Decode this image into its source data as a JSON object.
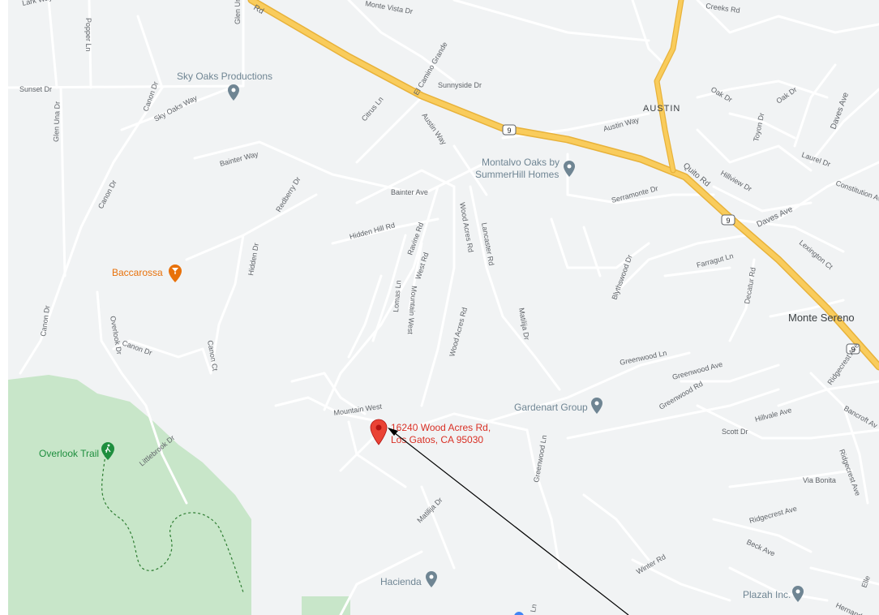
{
  "colors": {
    "land": "#f1f3f4",
    "road": "#ffffff",
    "highway": "#f9cc5c",
    "highway_edge": "#e8b23a",
    "park": "#c8e6c9",
    "poi_grey": "#6f8593",
    "poi_orange": "#e8710a",
    "poi_green": "#1e8e3e",
    "pin_red": "#ea4335",
    "address_red": "#d93025",
    "arrow": "#000000"
  },
  "streets": {
    "lark_way": "Lark Way",
    "hwy_top": "Rd",
    "monte_vista": "Monte Vista Dr",
    "creeks_rd": "Creeks Rd",
    "popper_ln": "Popper Ln",
    "glen_una_top": "Glen Una Dr",
    "sunset_dr": "Sunset Dr",
    "canon_dr_top": "Canon Dr",
    "sky_oaks_way": "Sky Oaks Way",
    "glen_una_left": "Glen Una Dr",
    "el_camino_grande": "El Camino Grande",
    "sunnyside_dr": "Sunnyside Dr",
    "citrus_ln": "Citrus Ln",
    "austin_way_left": "Austin Way",
    "austin_way_right": "Austin Way",
    "oak_dr_1": "Oak Dr",
    "oak_dr_2": "Oak Dr",
    "toyon_dr": "Toyon Dr",
    "daves_ave_top": "Daves Ave",
    "laurel_dr": "Laurel Dr",
    "hillview_dr": "Hillview Dr",
    "quito_rd": "Quito Rd",
    "constitution_av": "Constitution Av",
    "bainter_way": "Bainter Way",
    "bainter_ave": "Bainter Ave",
    "serramonte_dr": "Serramonte Dr",
    "daves_ave_bottom": "Daves Ave",
    "canon_dr_left": "Canon Dr",
    "redberry_dr": "Redberry Dr",
    "hidden_hill_rd": "Hidden Hill Rd",
    "ravine_rd": "Ravine Rd",
    "wood_acres_rd_1": "Wood Acres Rd",
    "lancaster_rd": "Lancaster Rd",
    "farragut_ln": "Farragut Ln",
    "lexington_ct": "Lexington Ct",
    "hidden_dr": "Hidden Dr",
    "west_rd": "West Rd",
    "mountain_west_v": "Mountain West",
    "lomas_ln": "Lomas Ln",
    "blythswood_dr": "Blythswood Dr",
    "decatur_rd": "Decatur Rd",
    "matilija_dr_1": "Matilija Dr",
    "overlook_dr": "Overlook Dr",
    "canon_dr_mid": "Canon Dr",
    "canon_dr_low": "Canon Dr",
    "canon_ct": "Canon Ct",
    "wood_acres_rd_2": "Wood Acres Rd",
    "greenwood_ln_1": "Greenwood Ln",
    "greenwood_ave": "Greenwood Ave",
    "ridgecrest_ave_top": "Ridgecrest Ave",
    "greenwood_rd": "Greenwood Rd",
    "hillvale_ave": "Hillvale Ave",
    "bancroft_av": "Bancroft Av",
    "mountain_west_h": "Mountain West",
    "scott_dr": "Scott Dr",
    "littlebrook_dr": "Littlebrook Dr",
    "greenwood_ln_2": "Greenwood Ln",
    "ridgecrest_ave_right": "Ridgecrest Ave",
    "via_bonita": "Via Bonita",
    "matilija_dr_2": "Matilija Dr",
    "ridgecrest_ave_bottom": "Ridgecrest Ave",
    "beck_ave": "Beck Ave",
    "winter_rd": "Winter Rd",
    "eller": "Elle",
    "hernandez": "Hernandez A",
    "lane_bottom": "Ln"
  },
  "shields": {
    "hwy9_a": "9",
    "hwy9_b": "9",
    "hwy9_c": "9"
  },
  "places": {
    "austin": "AUSTIN",
    "monte_sereno": "Monte Sereno"
  },
  "pois": {
    "sky_oaks": "Sky Oaks Productions",
    "montalvo_1": "Montalvo Oaks by",
    "montalvo_2": "SummerHill Homes",
    "baccarossa": "Baccarossa",
    "gardenart": "Gardenart Group",
    "overlook_trail": "Overlook Trail",
    "hacienda": "Hacienda",
    "plazah": "Plazah Inc."
  },
  "pin": {
    "address_line1": "16240 Wood Acres Rd,",
    "address_line2": "Los Gatos, CA 95030"
  }
}
